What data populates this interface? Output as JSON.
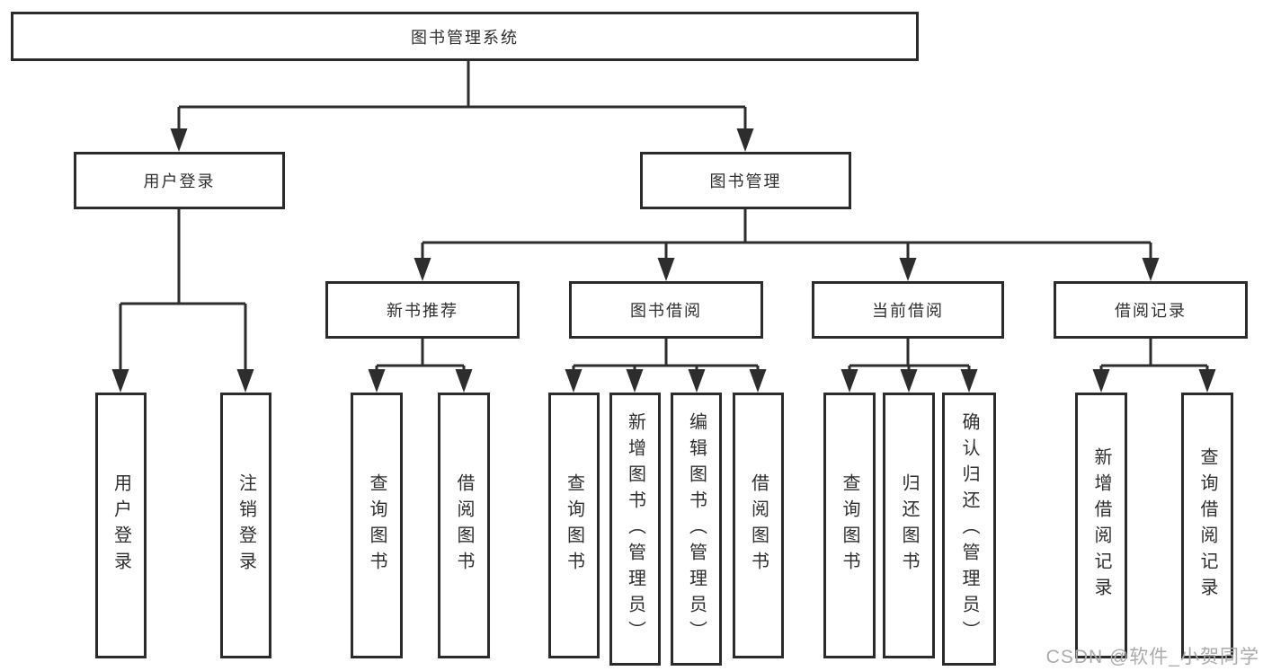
{
  "diagram": {
    "watermark": "CSDN @软件_小贺同学",
    "colors": {
      "line": "#2d2d2d",
      "text": "#2f2f2f",
      "background": "#ffffff",
      "watermark": "#ababab"
    },
    "tree": {
      "label": "图书管理系统",
      "children": [
        {
          "label": "用户登录",
          "children": [
            {
              "label": "用户登录"
            },
            {
              "label": "注销登录"
            }
          ]
        },
        {
          "label": "图书管理",
          "children": [
            {
              "label": "新书推荐",
              "children": [
                {
                  "label": "查询图书"
                },
                {
                  "label": "借阅图书"
                }
              ]
            },
            {
              "label": "图书借阅",
              "children": [
                {
                  "label": "查询图书"
                },
                {
                  "label": "新增图书（管理员）"
                },
                {
                  "label": "编辑图书（管理员）"
                },
                {
                  "label": "借阅图书"
                }
              ]
            },
            {
              "label": "当前借阅",
              "children": [
                {
                  "label": "查询图书"
                },
                {
                  "label": "归还图书"
                },
                {
                  "label": "确认归还（管理员）"
                }
              ]
            },
            {
              "label": "借阅记录",
              "children": [
                {
                  "label": "新增借阅记录"
                },
                {
                  "label": "查询借阅记录"
                }
              ]
            }
          ]
        }
      ]
    }
  }
}
